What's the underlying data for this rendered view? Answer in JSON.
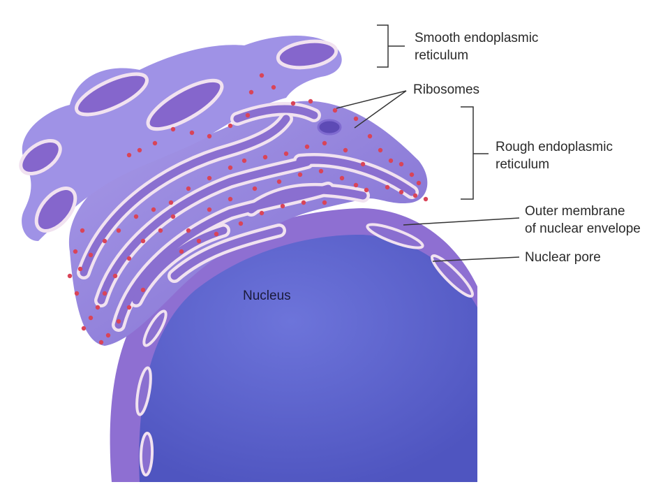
{
  "labels": {
    "smooth_er": {
      "line1": "Smooth endoplasmic",
      "line2": "reticulum"
    },
    "ribosomes": "Ribosomes",
    "rough_er": {
      "line1": "Rough endoplasmic",
      "line2": "reticulum"
    },
    "outer_membrane": {
      "line1": "Outer membrane",
      "line2": "of nuclear envelope"
    },
    "nuclear_pore": "Nuclear pore",
    "nucleus": "Nucleus"
  },
  "colors": {
    "nucleus": "#5a60cc",
    "er_lumen": "#8a6fd0",
    "er_body": "#9c8ee3",
    "membrane": "#f1e2f0",
    "ribosome": "#d94458",
    "leader": "#333333"
  }
}
